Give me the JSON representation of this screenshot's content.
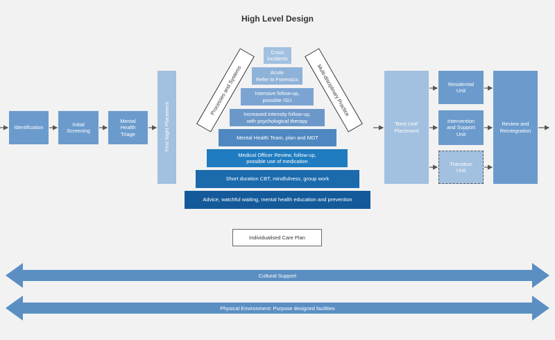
{
  "title": "High Level Design",
  "colors": {
    "background": "#f2f2f2",
    "mid_blue": "#6b9bcd",
    "light_blue": "#a2c0e0",
    "band_blue": "#5b8fc3",
    "arrow_gray": "#555555"
  },
  "left_flow": [
    {
      "label": "Identification"
    },
    {
      "label": "Initial\nScreening"
    },
    {
      "label": "Mental\nHealth\nTriage"
    }
  ],
  "first_night": "First Night Placement",
  "processes_label": "Processes and Systems",
  "multidisciplinary_label": "Multi-disciplinary Practice",
  "pyramid": [
    {
      "label": "Crisis\nincidents"
    },
    {
      "label": "Acute\nRefer to Forensics"
    },
    {
      "label": "Intensive follow-up,\npossible ISU"
    },
    {
      "label": "Increased intensity follow-up,\nwith psychological therapy"
    },
    {
      "label": "Mental Health Team, plan and MDT"
    },
    {
      "label": "Medical Officer Review, follow-up,\npossible use of medication"
    },
    {
      "label": "Short duration CBT, mindfulness, group work"
    },
    {
      "label": "Advice, watchful waiting, mental health education and prevention"
    }
  ],
  "best_unit": "\"Best Unit\"\nPlacement",
  "units": [
    {
      "label": "Residential\nUnit"
    },
    {
      "label": "Intervention\nand Support\nUnit"
    },
    {
      "label": "Transition\nUnit"
    }
  ],
  "review": "Review and\nReintegration",
  "care_plan": "Individualised Care Plan",
  "bands": [
    {
      "label": "Cultural Support"
    },
    {
      "label": "Physical Environment: Purpose designed facilities"
    }
  ]
}
